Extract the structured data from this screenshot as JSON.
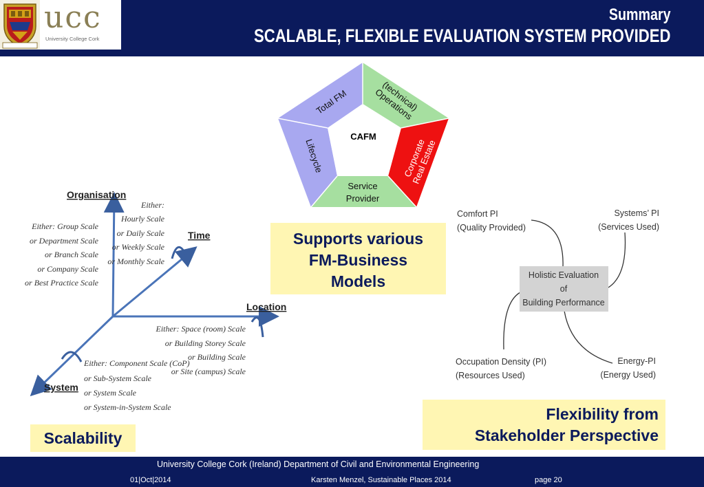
{
  "header": {
    "logo_letters": "ucc",
    "logo_subtitle": "University College Cork",
    "title_line1": "Summary",
    "title_line2": "SCALABLE, FLEXIBLE EVALUATION SYSTEM PROVIDED"
  },
  "pentagon": {
    "center": "CAFM",
    "segments": [
      {
        "label": "Total FM",
        "color": "#a8a8f0"
      },
      {
        "label_line1": "(technical)",
        "label_line2": "Operations",
        "color": "#a6dfa0"
      },
      {
        "label_line1": "Corporate",
        "label_line2": "Real Estate",
        "color": "#ee1111"
      },
      {
        "label_line1": "Service",
        "label_line2": "Provider",
        "color": "#a6dfa0"
      },
      {
        "label": "Lifecycle",
        "color": "#a8a8f0"
      }
    ]
  },
  "boxes": {
    "supports_line1": "Supports various",
    "supports_line2": "FM-Business",
    "supports_line3": "Models",
    "flexibility_line1": "Flexibility from",
    "flexibility_line2": "Stakeholder Perspective",
    "scalability": "Scalability"
  },
  "scale_diagram": {
    "organisation": {
      "label": "Organisation",
      "options": [
        "Either: Group Scale",
        "or Department Scale",
        "or Branch Scale",
        "or Company Scale",
        "or Best Practice Scale"
      ]
    },
    "time": {
      "label": "Time",
      "options": [
        "Either:",
        "Hourly Scale",
        "or Daily Scale",
        "or Weekly Scale",
        "or Monthly Scale"
      ]
    },
    "location": {
      "label": "Location",
      "options": [
        "Either: Space (room) Scale",
        "or Building Storey Scale",
        "or Building Scale",
        "or Site (campus) Scale"
      ]
    },
    "system": {
      "label": "System",
      "options": [
        "Either: Component  Scale (CoP)",
        "or Sub-System Scale",
        "or System Scale",
        "or System-in-System Scale"
      ]
    }
  },
  "holistic": {
    "center_line1": "Holistic Evaluation",
    "center_line2": "of",
    "center_line3": "Building Performance",
    "comfort_line1": "Comfort PI",
    "comfort_line2": "(Quality Provided)",
    "systems_line1": "Systems’ PI",
    "systems_line2": "(Services Used)",
    "occupation_line1": "Occupation Density (PI)",
    "occupation_line2": "(Resources Used)",
    "energy_line1": "Energy-PI",
    "energy_line2": "(Energy Used)"
  },
  "footer": {
    "line1": "University  College  Cork   (Ireland)   Department of Civil and Environmental Engineering",
    "date": "01|Oct|2014",
    "author": "Karsten Menzel, Sustainable Places 2014",
    "page": "page 20"
  }
}
